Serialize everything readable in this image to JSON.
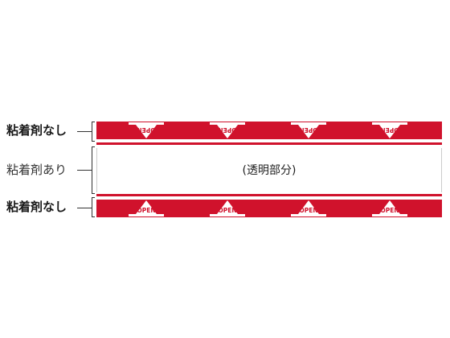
{
  "labels": {
    "top": "粘着剤なし",
    "middle": "粘着剤あり",
    "bottom": "粘着剤なし"
  },
  "center_text": "(透明部分)",
  "arrow_text": "OPEN",
  "colors": {
    "tape_red": "#d0122c",
    "arrow_fill": "#ffffff"
  },
  "arrow_count": 4
}
